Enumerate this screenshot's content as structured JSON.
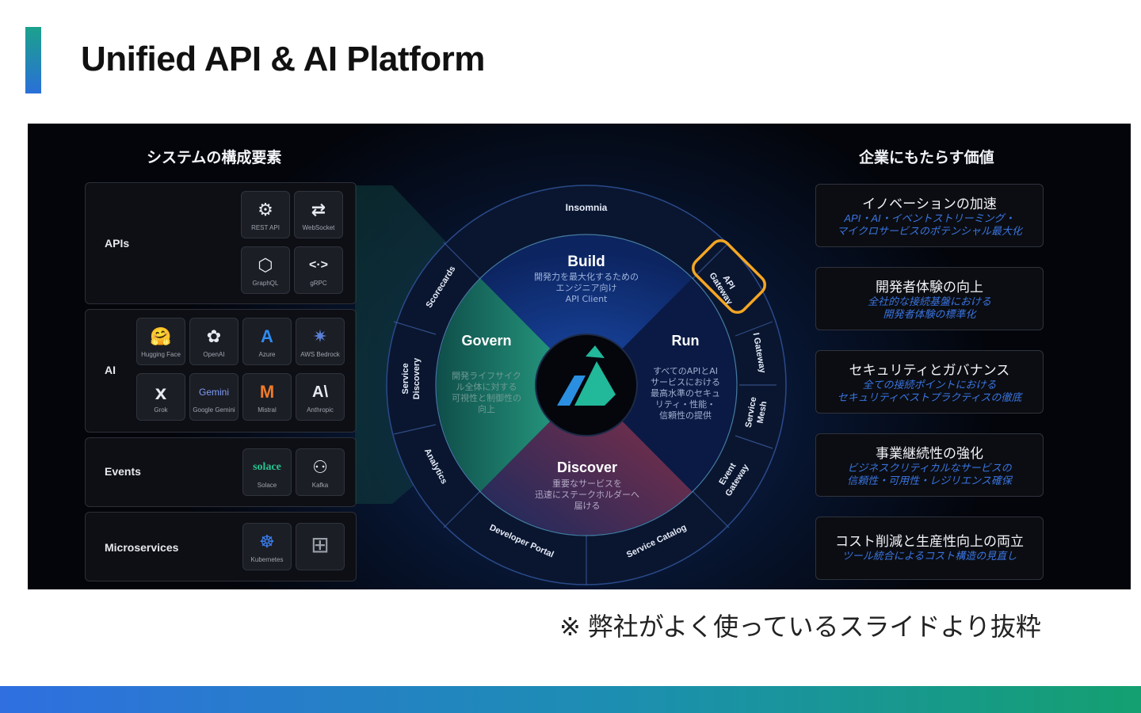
{
  "slide": {
    "title": "Unified API & AI Platform",
    "footnote": "※ 弊社がよく使っているスライドより抜粋"
  },
  "colors": {
    "accent_green": "#1ba28c",
    "accent_blue": "#2a6fd8",
    "highlight_orange": "#f5a623",
    "govern_teal": "#1f8f7a",
    "discover_red": "#7a2a40",
    "build_blue": "#0e2d6e",
    "run_navy": "#0a1a44",
    "value_text_blue": "#3a74e0"
  },
  "left": {
    "heading": "システムの構成要素",
    "groups": [
      {
        "label": "APIs",
        "tiles": [
          {
            "icon": "rest-api-icon",
            "glyph": "⚙",
            "caption": "REST API"
          },
          {
            "icon": "websocket-icon",
            "glyph": "⇄",
            "caption": "WebSocket"
          },
          {
            "icon": "graphql-icon",
            "glyph": "⬡",
            "caption": "GraphQL"
          },
          {
            "icon": "grpc-icon",
            "glyph": "<·>",
            "caption": "gRPC"
          }
        ]
      },
      {
        "label": "AI",
        "tiles": [
          {
            "icon": "hugging-face-icon",
            "glyph": "🤗",
            "caption": "Hugging Face"
          },
          {
            "icon": "openai-icon",
            "glyph": "✿",
            "caption": "OpenAI"
          },
          {
            "icon": "azure-icon",
            "glyph": "A",
            "caption": "Azure"
          },
          {
            "icon": "aws-bedrock-icon",
            "glyph": "✷",
            "caption": "AWS Bedrock"
          },
          {
            "icon": "grok-icon",
            "glyph": "x",
            "caption": "Grok"
          },
          {
            "icon": "gemini-icon",
            "glyph": "Gemini",
            "caption": "Google Gemini"
          },
          {
            "icon": "mistral-icon",
            "glyph": "M",
            "caption": "Mistral"
          },
          {
            "icon": "anthropic-icon",
            "glyph": "A\\",
            "caption": "Anthropic"
          }
        ]
      },
      {
        "label": "Events",
        "tiles": [
          {
            "icon": "solace-icon",
            "glyph": "solace",
            "caption": "Solace"
          },
          {
            "icon": "kafka-icon",
            "glyph": "⚇",
            "caption": "Kafka"
          }
        ]
      },
      {
        "label": "Microservices",
        "tiles": [
          {
            "icon": "kubernetes-icon",
            "glyph": "☸",
            "caption": "Kubernetes"
          },
          {
            "icon": "modules-icon",
            "glyph": "⊞",
            "caption": ""
          }
        ]
      }
    ]
  },
  "wheel": {
    "top_label": "Insomnia",
    "center_icon": "kong-logo-icon",
    "quadrants": {
      "build": {
        "title": "Build",
        "lines": [
          "開発力を最大化するための",
          "エンジニア向け",
          "API Client"
        ]
      },
      "govern": {
        "title": "Govern",
        "lines": [
          "開発ライフサイク",
          "ル全体に対する",
          "可視性と制御性の",
          "向上"
        ]
      },
      "run": {
        "title": "Run",
        "lines": [
          "すべてのAPIとAI",
          "サービスにおける",
          "最高水準のセキュ",
          "リティ・性能・",
          "信頼性の提供"
        ]
      },
      "discover": {
        "title": "Discover",
        "lines": [
          "重要なサービスを",
          "迅速にステークホルダーへ",
          "届ける"
        ]
      }
    },
    "ring": {
      "scorecards": "Scorecards",
      "service_discovery": [
        "Service",
        "Discovery"
      ],
      "analytics": "Analytics",
      "api_gateway": [
        "API",
        "Gateway"
      ],
      "ai_gateway": "I Gateway",
      "service_mesh": [
        "Service",
        "Mesh"
      ],
      "event_gateway": [
        "Event",
        "Gateway"
      ],
      "developer_portal": "Developer Portal",
      "service_catalog": "Service Catalog"
    }
  },
  "right": {
    "heading": "企業にもたらす価値",
    "cards": [
      {
        "title": "イノベーションの加速",
        "sub": [
          "API・AI・イベントストリーミング・",
          "マイクロサービスのポテンシャル最大化"
        ]
      },
      {
        "title": "開発者体験の向上",
        "sub": [
          "全社的な接続基盤における",
          "開発者体験の標準化"
        ]
      },
      {
        "title": "セキュリティとガバナンス",
        "sub": [
          "全ての接続ポイントにおける",
          "セキュリティベストプラクティスの徹底"
        ]
      },
      {
        "title": "事業継続性の強化",
        "sub": [
          "ビジネスクリティカルなサービスの",
          "信頼性・可用性・レジリエンス確保"
        ]
      },
      {
        "title": "コスト削減と生産性向上の両立",
        "sub": [
          "ツール統合によるコスト構造の見直し"
        ]
      }
    ]
  }
}
